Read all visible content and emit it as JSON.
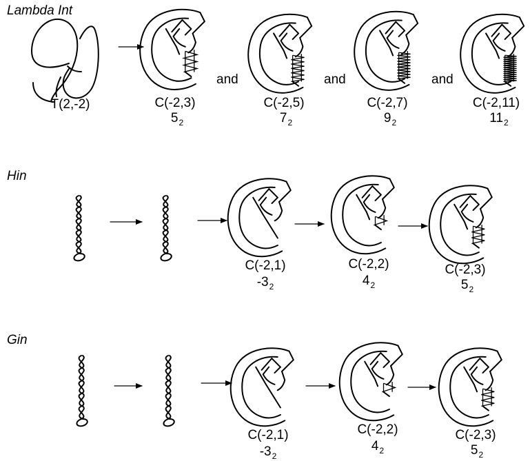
{
  "sections": [
    {
      "title": "Lambda Int"
    },
    {
      "title": "Hin"
    },
    {
      "title": "Gin"
    }
  ],
  "lambda": {
    "start": {
      "name": "T(2,-2)"
    },
    "products": [
      {
        "name": "C(-2,3)",
        "knot": "5",
        "sub": "2"
      },
      {
        "name": "C(-2,5)",
        "knot": "7",
        "sub": "2"
      },
      {
        "name": "C(-2,7)",
        "knot": "9",
        "sub": "2"
      },
      {
        "name": "C(-2,11)",
        "knot": "11",
        "sub": "2"
      }
    ],
    "connectors": [
      "and",
      "and",
      "and"
    ]
  },
  "hin": {
    "products": [
      {
        "name": "C(-2,1)",
        "knot": "-3",
        "sub": "2"
      },
      {
        "name": "C(-2,2)",
        "knot": "4",
        "sub": "2"
      },
      {
        "name": "C(-2,3)",
        "knot": "5",
        "sub": "2"
      }
    ]
  },
  "gin": {
    "products": [
      {
        "name": "C(-2,1)",
        "knot": "-3",
        "sub": "2"
      },
      {
        "name": "C(-2,2)",
        "knot": "4",
        "sub": "2"
      },
      {
        "name": "C(-2,3)",
        "knot": "5",
        "sub": "2"
      }
    ]
  }
}
